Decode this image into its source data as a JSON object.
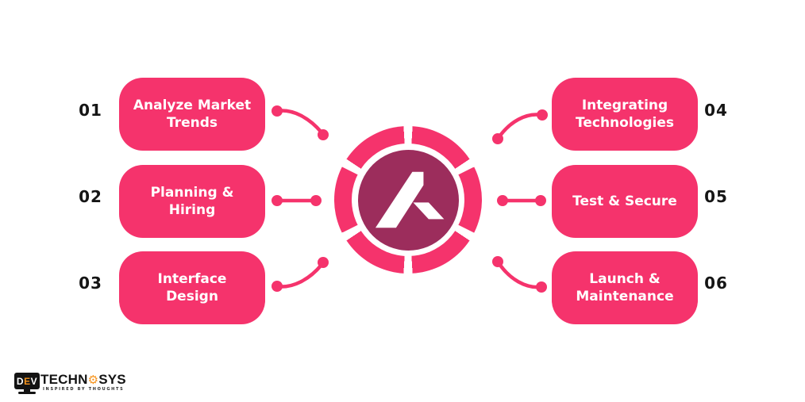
{
  "theme": {
    "pink": "#f5336c",
    "berry": "#9c2d5c",
    "ink": "#151515",
    "orange": "#f7941d",
    "black": "#131313",
    "white": "#ffffff"
  },
  "steps": {
    "left": [
      {
        "number": "01",
        "label": "Analyze Market Trends"
      },
      {
        "number": "02",
        "label": "Planning & Hiring"
      },
      {
        "number": "03",
        "label": "Interface Design"
      }
    ],
    "right": [
      {
        "number": "04",
        "label": "Integrating Technologies"
      },
      {
        "number": "05",
        "label": "Test & Secure"
      },
      {
        "number": "06",
        "label": "Launch & Maintenance"
      }
    ]
  },
  "center": {
    "logo_icon": "avada-a-logo",
    "segments": 6
  },
  "brand": {
    "monitor_d": "D",
    "monitor_e": "E",
    "monitor_v": "V",
    "name_left": "TECHN",
    "gear_glyph": "⚙",
    "name_right": "SYS",
    "tagline": "INSPIRED BY THOUGHTS"
  }
}
